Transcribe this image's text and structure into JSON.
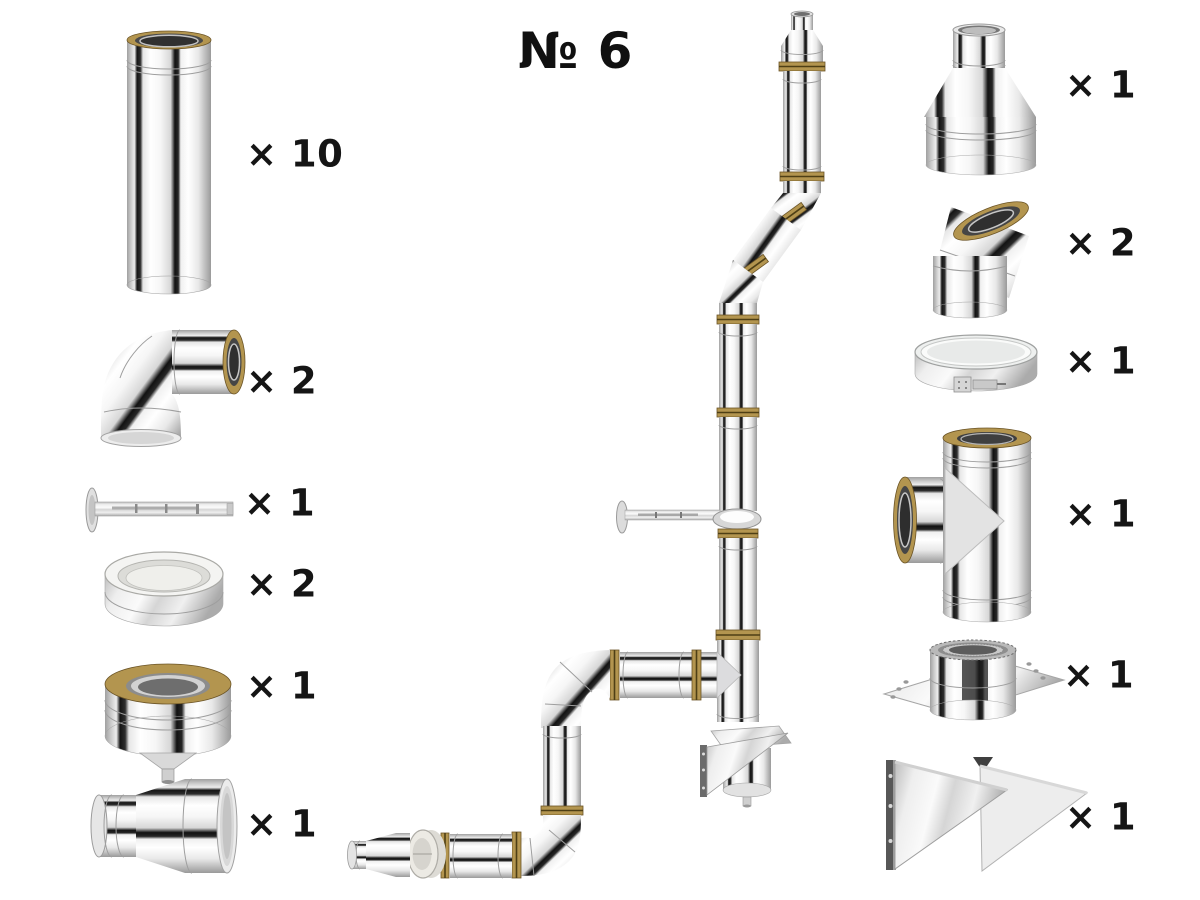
{
  "title": "№ 6",
  "colors": {
    "background": "#ffffff",
    "text": "#151515",
    "insulation_tan": "#b3954f",
    "steel_dark_band": "#1a1a1a"
  },
  "left_column": {
    "items": [
      {
        "icon": "straight-pipe-icon",
        "qty": "× 10"
      },
      {
        "icon": "elbow-90-icon",
        "qty": "× 2"
      },
      {
        "icon": "wall-bracket-rod-icon",
        "qty": "× 1"
      },
      {
        "icon": "end-collar-icon",
        "qty": "× 2"
      },
      {
        "icon": "condensate-drain-cap-icon",
        "qty": "× 1"
      },
      {
        "icon": "reducer-adapter-icon",
        "qty": "× 1"
      }
    ]
  },
  "right_column": {
    "items": [
      {
        "icon": "cone-top-icon",
        "qty": "× 1"
      },
      {
        "icon": "elbow-45-icon",
        "qty": "× 2"
      },
      {
        "icon": "clamp-band-icon",
        "qty": "× 1"
      },
      {
        "icon": "tee-icon",
        "qty": "× 1"
      },
      {
        "icon": "mounting-plate-icon",
        "qty": "× 1"
      },
      {
        "icon": "wall-brackets-icon",
        "qty": "× 1"
      }
    ]
  },
  "center": {
    "icon": "assembled-chimney-illustration"
  }
}
